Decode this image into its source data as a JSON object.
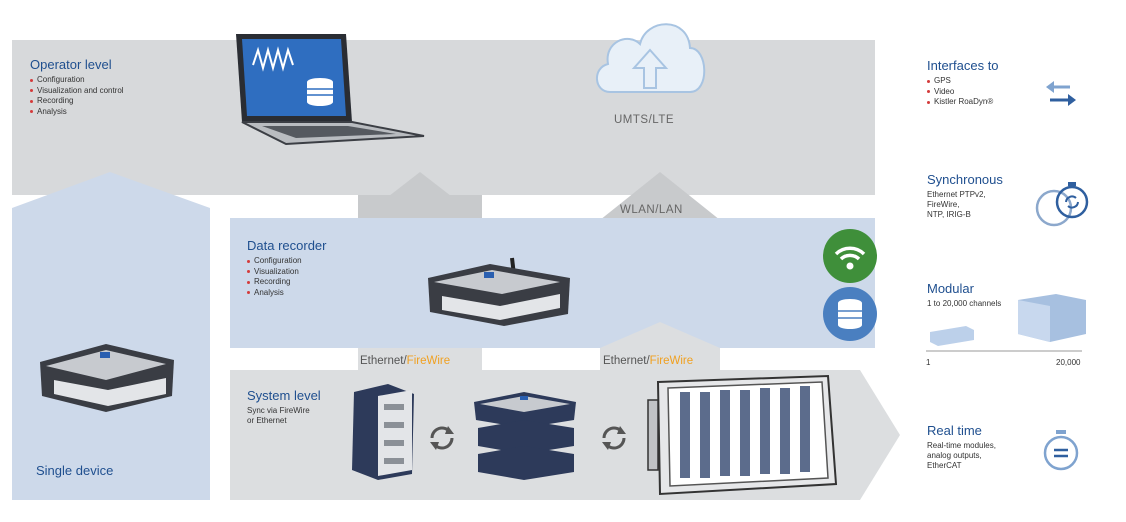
{
  "operator": {
    "title": "Operator level",
    "items": [
      "Configuration",
      "Visualization and control",
      "Recording",
      "Analysis"
    ]
  },
  "cloud_label": "UMTS/LTE",
  "wlan_label": "WLAN/LAN",
  "recorder": {
    "title": "Data recorder",
    "items": [
      "Configuration",
      "Visualization",
      "Recording",
      "Analysis"
    ]
  },
  "system": {
    "title": "System level",
    "desc_line1": "Sync via FireWire",
    "desc_line2": "or Ethernet"
  },
  "connections": [
    {
      "a": "Ethernet/",
      "b": "FireWire"
    },
    {
      "a": "Ethernet/",
      "b": "FireWire"
    }
  ],
  "single_device": "Single device",
  "side": {
    "interfaces": {
      "title": "Interfaces to",
      "items": [
        "GPS",
        "Video",
        "Kistler RoaDyn®"
      ]
    },
    "synchronous": {
      "title": "Synchronous",
      "line1": "Ethernet PTPv2,",
      "line2": "FireWire,",
      "line3": "NTP, IRIG-B"
    },
    "modular": {
      "title": "Modular",
      "desc": "1 to 20,000 channels",
      "scale_min": "1",
      "scale_max": "20,000"
    },
    "realtime": {
      "title": "Real time",
      "line1": "Real-time modules,",
      "line2": "analog outputs,",
      "line3": "EtherCAT"
    }
  },
  "colors": {
    "accent_blue": "#1f4f8f",
    "bullet_red": "#d43b3b",
    "firewire_orange": "#f0a020",
    "wifi_green": "#3f8f3a",
    "db_blue": "#4a7fc0"
  }
}
